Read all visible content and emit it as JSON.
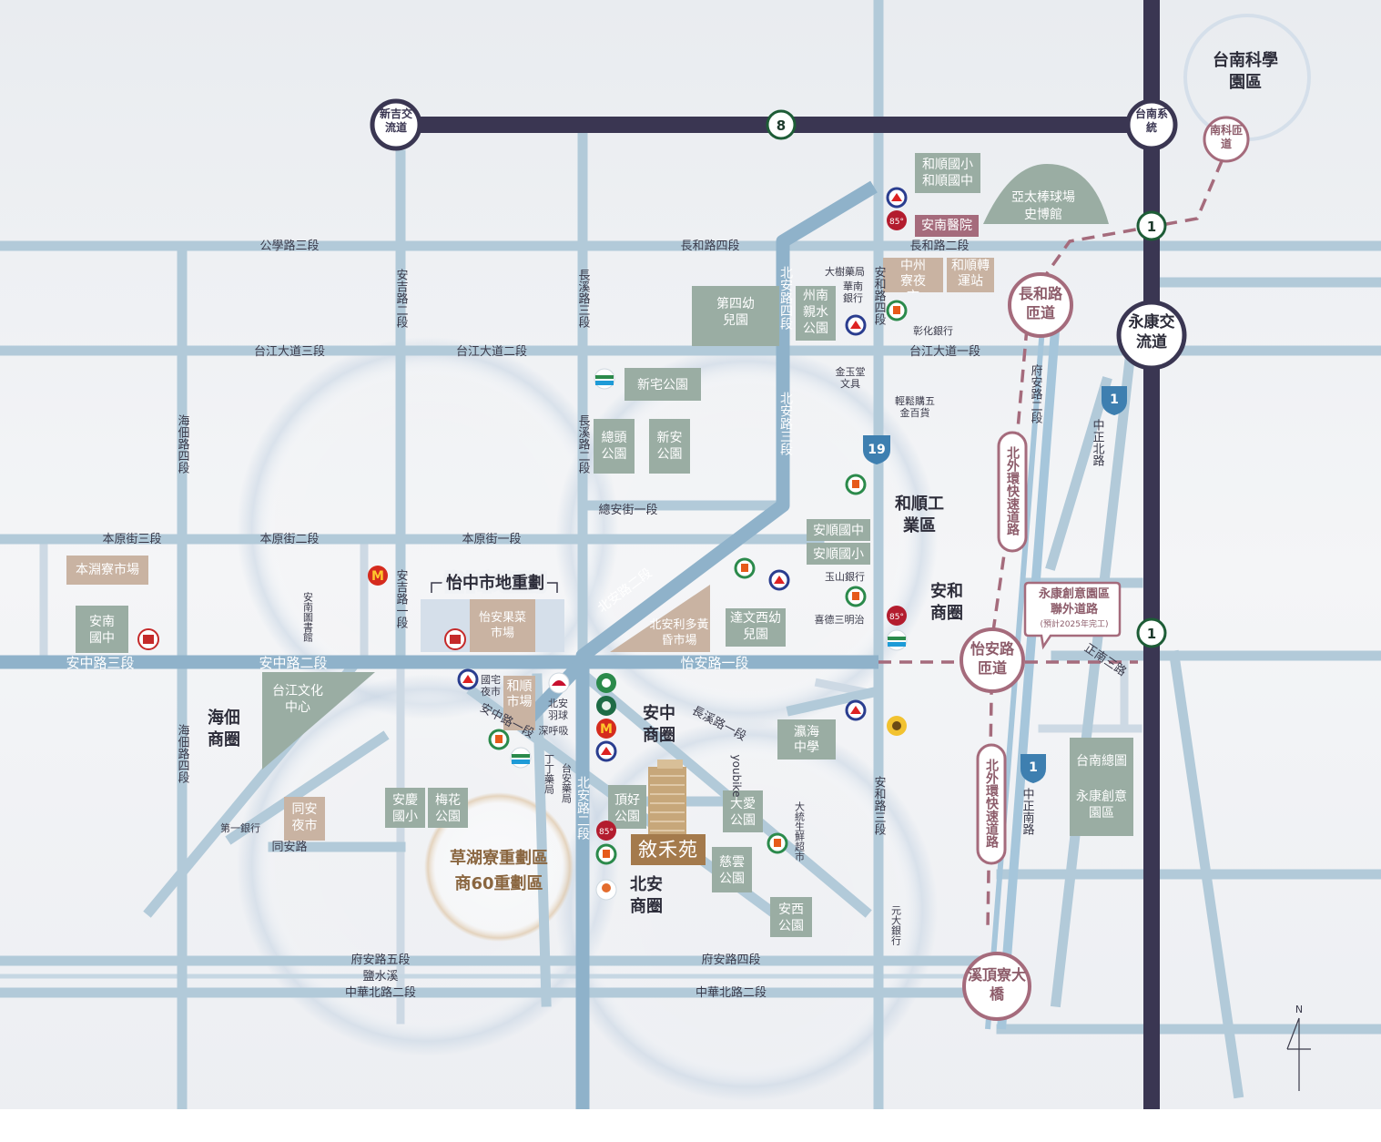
{
  "title": "敘禾苑",
  "compass": "N",
  "roads": {
    "gongxue3": "公學路三段",
    "changhe4": "長和路四段",
    "changhe2": "長和路二段",
    "taijiang3": "台江大道三段",
    "taijiang2": "台江大道二段",
    "taijiang1": "台江大道一段",
    "benyuan3": "本原街三段",
    "benyuan2": "本原街二段",
    "benyuan1": "本原街一段",
    "zongan1": "總安街一段",
    "anzhong3": "安中路三段",
    "anzhong2": "安中路二段",
    "anzhong1": "安中路一段",
    "yian1": "怡安路一段",
    "changxi1": "長溪路一段",
    "tongan": "同安路",
    "fuan5": "府安路五段",
    "fuan4": "府安路四段",
    "yanshuixi": "鹽水溪",
    "zhonghuabei2a": "中華北路二段",
    "zhonghuabei2b": "中華北路二段",
    "anji2": "安吉路二段",
    "anji1": "安吉路一段",
    "changxi3": "長溪路三段",
    "changxi2": "長溪路二段",
    "beian4": "北安路四段",
    "beian3": "北安路三段",
    "beian2": "北安路二段",
    "beian2b": "北安路二段",
    "anhe4": "安和路四段",
    "anhe3": "安和路三段",
    "haidian4a": "海佃路四段",
    "haidian4b": "海佃路四段",
    "fuan2": "府安路二段",
    "zhengnan3": "正南三路",
    "zhongzhengbei": "中正北路",
    "zhongzhengnan": "中正南路",
    "beiwaihuan1": "北外環快速道路",
    "beiwaihuan2": "北外環快速道路",
    "youbike": "youbike"
  },
  "highways": {
    "xinji": "新吉交流道",
    "tainan_sys": "台南系統",
    "yongkang": "永康交流道",
    "nanke": "南科匝道",
    "changhe_ramp": "長和路匝道",
    "yian_ramp": "怡安路匝道",
    "xidingliao": "溪頂寮大橋",
    "science_park": "台南科學園區",
    "prov8": "8",
    "prov1a": "1",
    "prov1b": "1",
    "prov1c": "1",
    "prov1d": "1",
    "prov19": "19"
  },
  "parks": {
    "heshun_school": "和順國小和順國中",
    "baseball": "亞太棒球場史博館",
    "anan_hospital": "安南醫院",
    "zhongzhou_market": "中州寮夜市",
    "heshun_transfer": "和順轉運站",
    "disi_kg": "第四幼兒園",
    "zhounan_park": "州南親水公園",
    "xinzhai_park": "新宅公園",
    "zongtou_park": "總頭公園",
    "xinan_park": "新安公園",
    "anshun_junior": "安順國中",
    "anshun_elem": "安順國小",
    "benyuanliao_market": "本淵寮市場",
    "anan_junior": "安南國中",
    "yizhong_title": "怡中市地重劃",
    "yian_market": "怡安果菜市場",
    "beian_market": "北安利多黃昏市場",
    "dawenxi_kg": "達文西幼兒園",
    "taijiang_culture": "台江文化中心",
    "heshun_market": "和順市場",
    "yinghai_school": "瀛海中學",
    "tongan_market": "同安夜市",
    "anqing_school": "安慶國小",
    "meihua_park": "梅花公園",
    "dinghao_park": "頂好公園",
    "daai_park": "大愛公園",
    "ciyun_park": "慈雲公園",
    "anxi_park": "安西公園",
    "tainan_hq": "台南總圖",
    "yongkang_park": "永康創意園區",
    "yongkang_road": "永康創意園區聯外道路",
    "yongkang_road_note": "(預計2025年完工)"
  },
  "districts": {
    "heshun_ind": "和順工業區",
    "anhe_circle": "安和商圈",
    "haidian_circle": "海佃商圈",
    "anzhong_circle": "安中商圈",
    "beian_circle": "北安商圈",
    "caohuliao": "草湖寮重劃區",
    "shang60": "商60重劃區"
  },
  "pois": {
    "dashu": "大樹藥局",
    "huanan": "華南銀行",
    "changhua_bank": "彰化銀行",
    "jinyutang": "金玉堂文具",
    "qingjinhui": "輕鬆購五金百貨",
    "yushan": "玉山銀行",
    "xide": "喜德三明治",
    "anan_library": "安南圖書館",
    "guozhai": "國宅夜市",
    "beian_badminton": "北安羽球",
    "shenhuxi": "深呼吸",
    "dingding": "丁丁藥局",
    "taian": "台安藥局",
    "datong": "大統生鮮超市",
    "yuanda": "元大銀行",
    "diyi": "第一銀行"
  },
  "colors": {
    "road": "#a6c3d4",
    "arterial": "#86abc6",
    "highway": "#3a3652",
    "park": "#9aada3",
    "facility": "#c9b3a2",
    "ramp": "#a56b7c",
    "accent": "#a47a4c"
  },
  "icons": {
    "pxmart": "pxmart-icon",
    "seven": "seven-eleven-icon",
    "familymart": "familymart-icon",
    "mcdonalds": "mcdonalds-icon",
    "cafe85": "85c-cafe-icon",
    "starbucks": "starbucks-icon",
    "mos": "mos-burger-icon",
    "carrefour": "carrefour-icon",
    "louisa": "louisa-coffee-icon",
    "cosmed": "cosmed-icon"
  }
}
